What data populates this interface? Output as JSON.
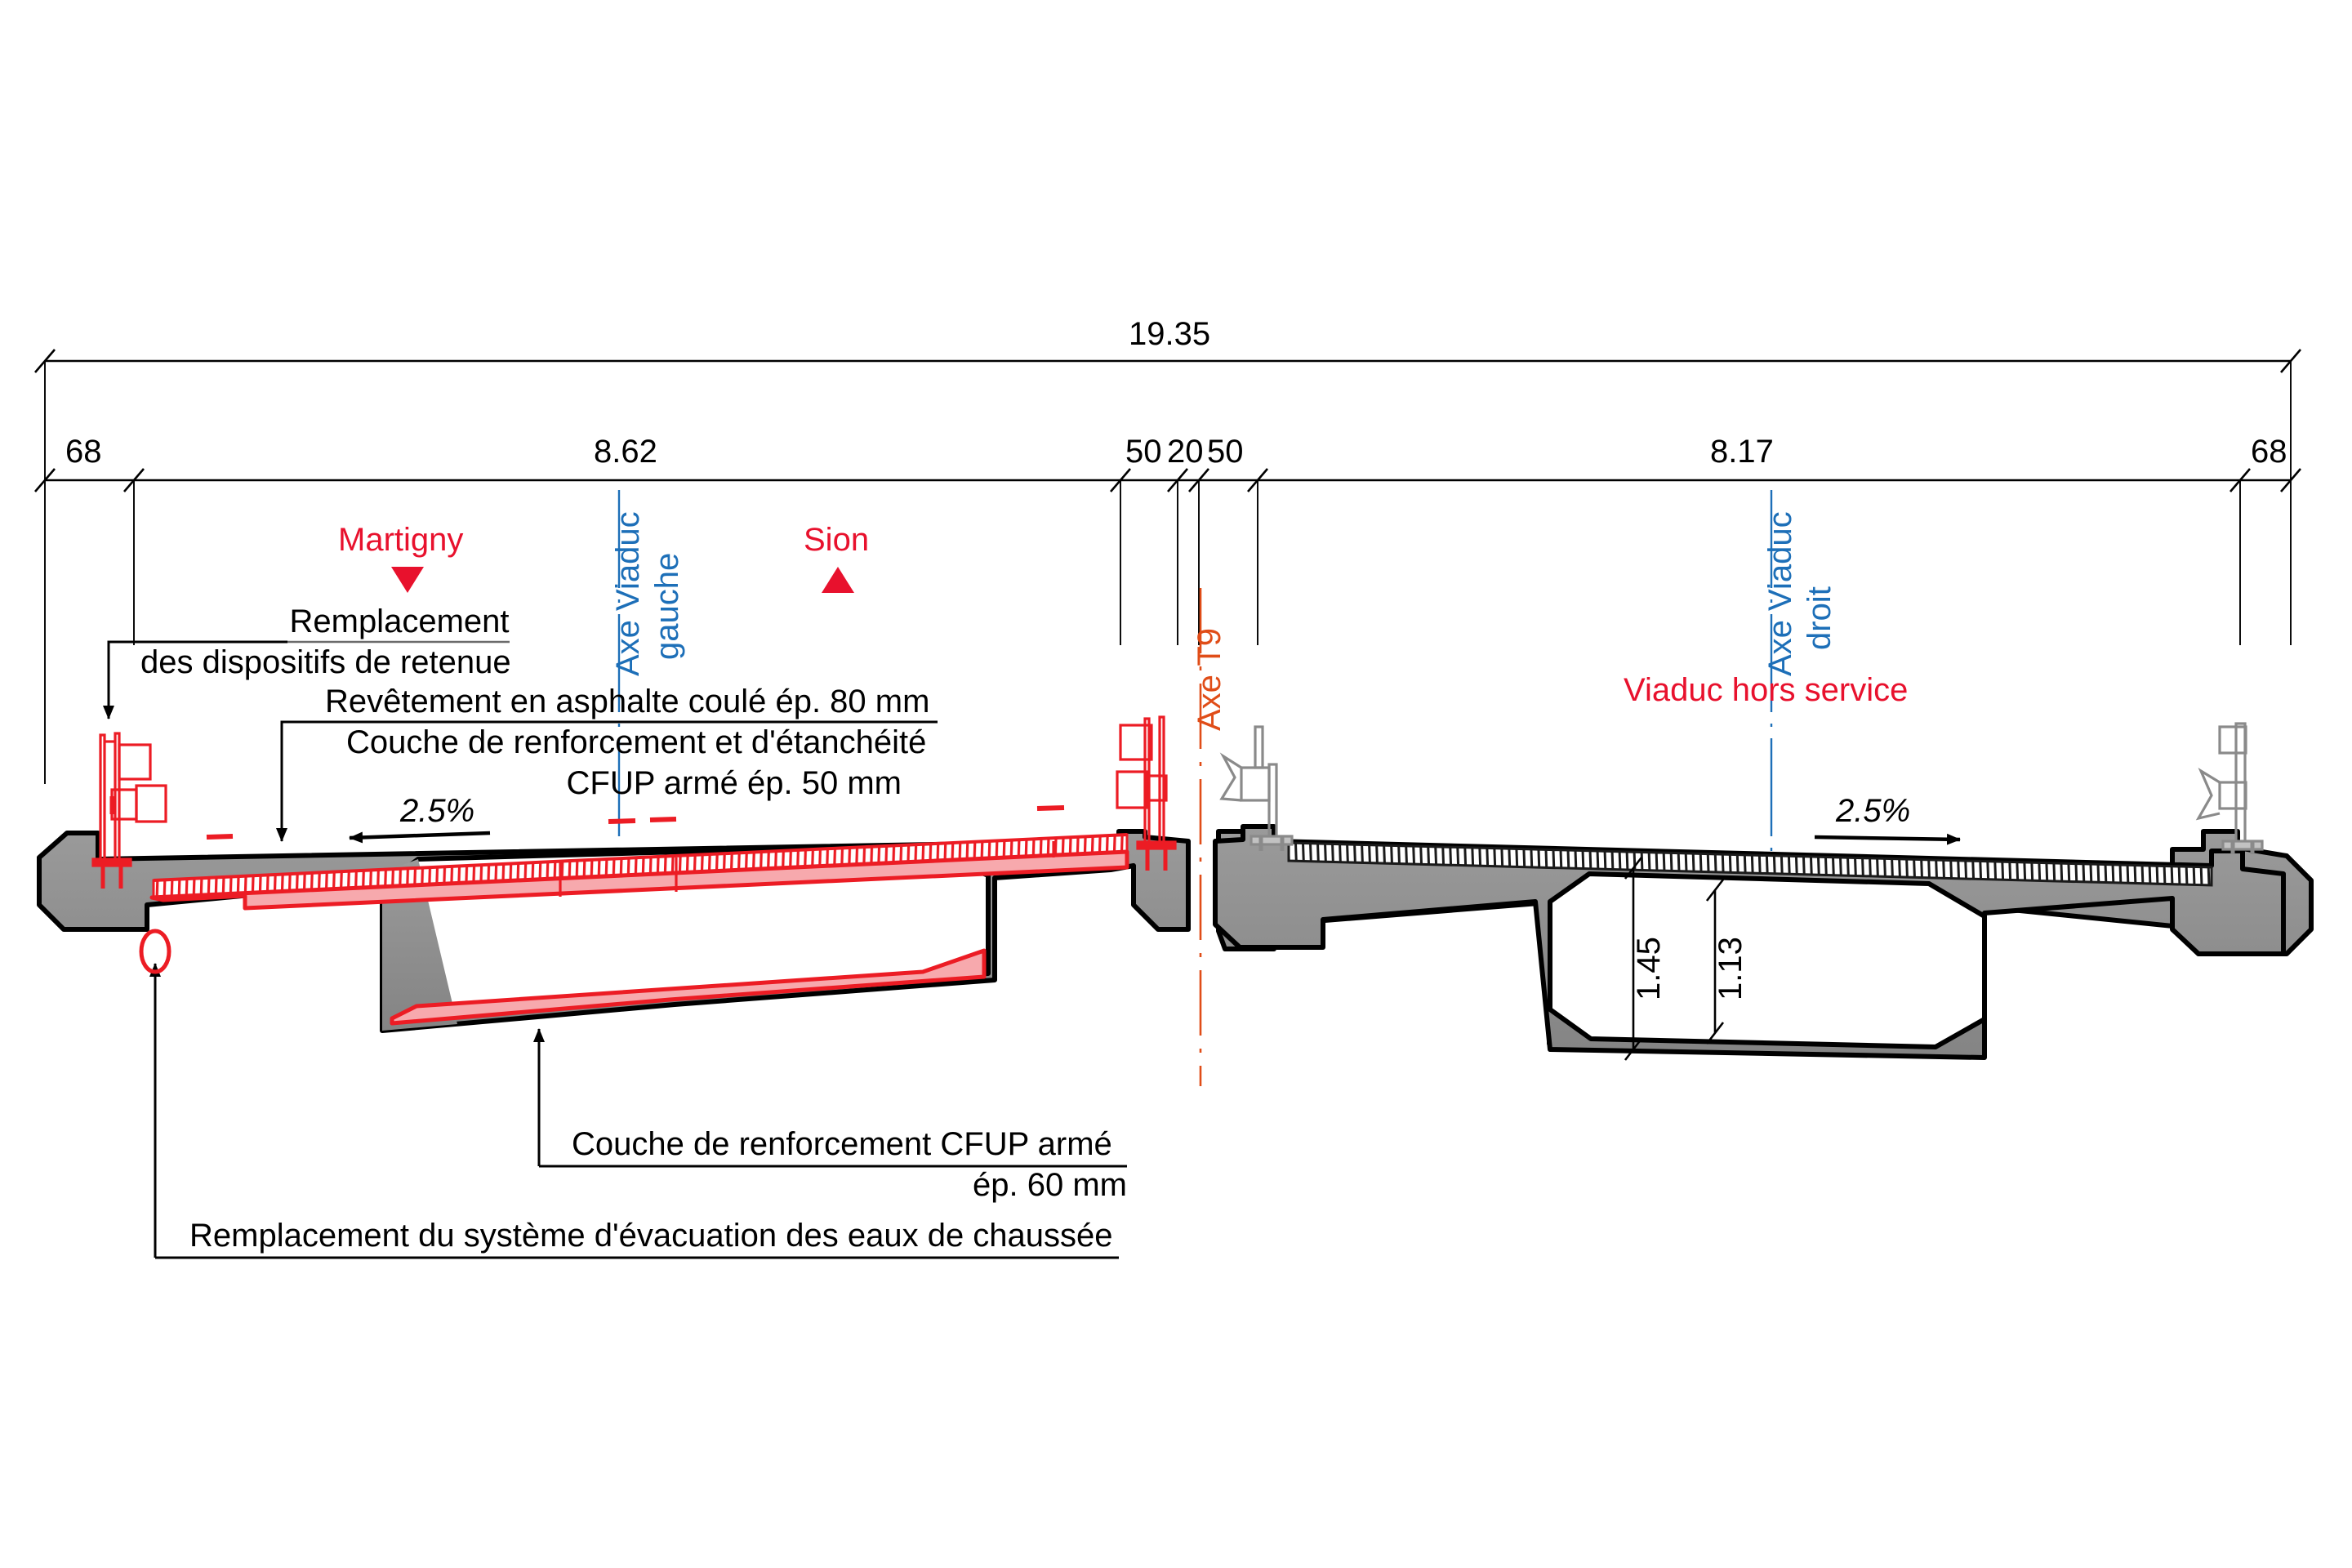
{
  "drawing": {
    "title": "Coupe transversale viaduc - renforcement CFUP",
    "colors": {
      "concrete_fill": "#8c8c8c",
      "concrete_outline": "#000000",
      "cfup_red": "#ec1c24",
      "cfup_red_fill": "#f7a9ad",
      "axis_blue": "#1d6fb8",
      "axis_orange": "#e04d18",
      "red_text": "#e8112d",
      "dim_black": "#000000",
      "steel_gray": "#8c8c8c"
    }
  },
  "dimensions": {
    "total": {
      "label": "19.35",
      "name": "total-width"
    },
    "segments": [
      {
        "label": "68",
        "name": "left-cantilever-overhang"
      },
      {
        "label": "8.62",
        "name": "left-deck-half-width"
      },
      {
        "label": "50",
        "name": "left-edge-to-joint"
      },
      {
        "label": "20",
        "name": "expansion-joint-gap"
      },
      {
        "label": "50",
        "name": "joint-to-right-edge"
      },
      {
        "label": "8.17",
        "name": "right-deck-half-width"
      },
      {
        "label": "68",
        "name": "right-cantilever-overhang"
      }
    ],
    "girder": [
      {
        "label": "1.45",
        "name": "box-girder-depth-left"
      },
      {
        "label": "1.13",
        "name": "box-girder-depth-right"
      }
    ]
  },
  "axes": {
    "viaduc_gauche": {
      "line1": "Axe Viaduc",
      "line2": "gauche"
    },
    "viaduc_droit": {
      "line1": "Axe Viaduc",
      "line2": "droit"
    },
    "axe_t9": {
      "label": "Axe T9"
    }
  },
  "traffic": {
    "martigny": {
      "label": "Martigny",
      "direction": "down"
    },
    "sion": {
      "label": "Sion",
      "direction": "up"
    }
  },
  "slopes": {
    "left": {
      "label": "2.5%",
      "direction": "left"
    },
    "right": {
      "label": "2.5%",
      "direction": "right"
    }
  },
  "status": {
    "out_of_service": "Viaduc hors service"
  },
  "annotations": {
    "retenue": {
      "line1": "Remplacement",
      "line2": "des dispositifs de retenue"
    },
    "revetement": {
      "line1": "Revêtement en asphalte coulé ép. 80 mm",
      "line2": "Couche de renforcement et d'étanchéité",
      "line3": "CFUP armé ép. 50 mm"
    },
    "soffit": {
      "line1": "Couche de renforcement CFUP armé",
      "line2": "ép. 60 mm"
    },
    "drainage": {
      "line1": "Remplacement du système d'évacuation des eaux de chaussée"
    }
  }
}
